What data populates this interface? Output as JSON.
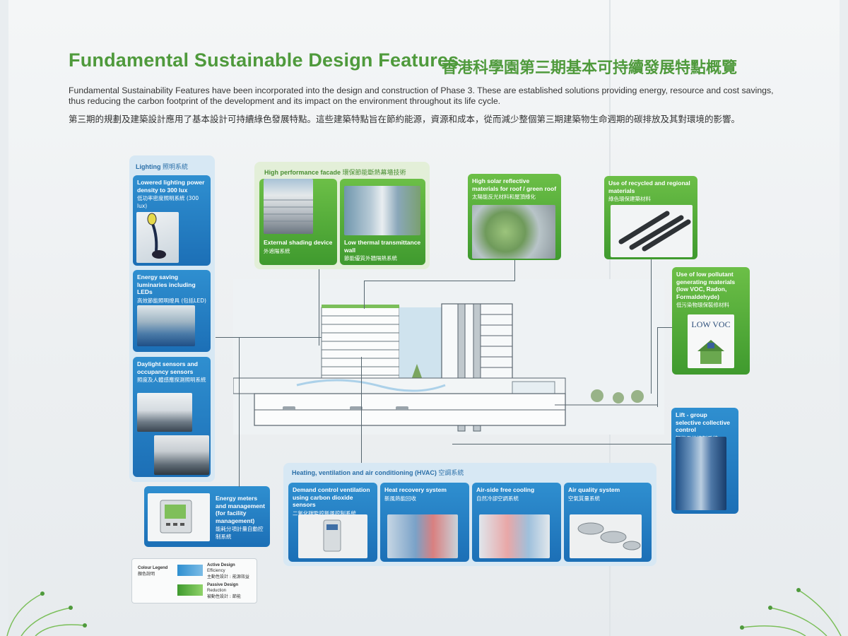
{
  "title": "Fundamental Sustainable Design Features",
  "title_zh": "香港科學園第三期基本可持續發展特點概覽",
  "intro_en": "Fundamental Sustainability Features have been incorporated into the design and construction of Phase 3. These are established solutions providing energy, resource and cost savings, thus reducing the carbon footprint of the development and its impact on the environment throughout its life cycle.",
  "intro_zh": "第三期的規劃及建築設計應用了基本設計可持續綠色發展特點。這些建築特點旨在節約能源，資源和成本，從而減少整個第三期建築物生命週期的碳排放及其對環境的影響。",
  "lighting": {
    "label": "Lighting",
    "label_zh": "照明系統",
    "items": [
      {
        "text": "Lowered lighting power density to 300 lux",
        "zh": "低功率密度照明系統 (300 lux)"
      },
      {
        "text": "Energy saving luminaries including LEDs",
        "zh": "高效節能照明燈具 (包括LED)"
      },
      {
        "text": "Daylight sensors and occupancy sensors",
        "zh": "照度及人體感應探測照明系統"
      }
    ]
  },
  "energy_meters": {
    "text": "Energy meters and management (for facility management)",
    "zh": "能耗分項計量自動控制系統"
  },
  "facade": {
    "label": "High performance facade",
    "label_zh": "環保節能斷熱幕墻技術",
    "items": [
      {
        "text": "External shading device",
        "zh": "外遮陽系統"
      },
      {
        "text": "Low thermal transmittance wall",
        "zh": "節能優質外牆隔熱系統"
      }
    ]
  },
  "roof": {
    "text": "High solar reflective materials for roof / green roof",
    "zh": "太陽能反光材料和屋頂綠化"
  },
  "recycled": {
    "text": "Use of recycled and regional materials",
    "zh": "綠色環保建築材料"
  },
  "low_pollutant": {
    "text": "Use of low pollutant generating materials (low VOC, Radon, Formaldehyde)",
    "zh": "低污染物環保裝修材料",
    "badge": "LOW VOC"
  },
  "lift": {
    "text": "Lift - group selective collective control",
    "zh": "智能電梯控制系統"
  },
  "hvac": {
    "label": "Heating, ventilation and air conditioning (HVAC)",
    "label_zh": "空調系統",
    "items": [
      {
        "text": "Demand control ventilation using carbon dioxide sensors",
        "zh": "二氧化碳監控新風控制系統"
      },
      {
        "text": "Heat recovery system",
        "zh": "新風熱能回收"
      },
      {
        "text": "Air-side free cooling",
        "zh": "自然冷卻空調系統"
      },
      {
        "text": "Air quality system",
        "zh": "空氣質量系統"
      }
    ]
  },
  "legend": {
    "title": "Colour Legend",
    "title_zh": "顏色說明",
    "active": "Active Design",
    "active_sub": "Efficiency",
    "active_zh": "主動性設計 : 能源效益",
    "passive": "Passive Design",
    "passive_sub": "Reduction",
    "passive_zh": "被動性設計 : 節能"
  },
  "colors": {
    "blue": "#1c6fb6",
    "green": "#3f9a2e",
    "title_green": "#4f9a3c"
  }
}
